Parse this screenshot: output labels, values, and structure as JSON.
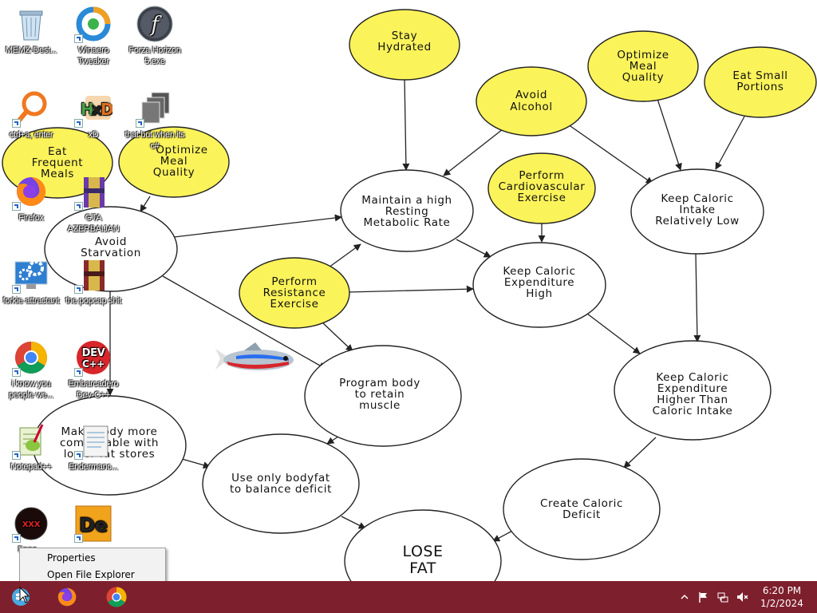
{
  "desktop_icons": [
    {
      "label": "MEMZ-Dest...",
      "icon": "recycle-bin-icon"
    },
    {
      "label": "Winaero Tweaker",
      "icon": "winaero-tweaker-icon"
    },
    {
      "label": "Forza Horizon 5.exe",
      "icon": "flash-exe-icon"
    },
    {
      "label": "ctrl+a, enter",
      "icon": "magnifier-app-icon"
    },
    {
      "label": "xD",
      "icon": "hxd-hex-editor-icon"
    },
    {
      "label": "that but when its c#",
      "icon": "stacked-windows-icon"
    },
    {
      "label": "Firefox",
      "icon": "firefox-icon"
    },
    {
      "label": "GTA AZERBAIJAN",
      "icon": "winrar-archive-icon"
    },
    {
      "label": "forkie attractant",
      "icon": "control-panel-gear-icon"
    },
    {
      "label": "the popcap shit",
      "icon": "winrar-archive-icon"
    },
    {
      "label": "i know you people we...",
      "icon": "chrome-icon"
    },
    {
      "label": "Embarcadero Dev-C++",
      "icon": "dev-cpp-icon"
    },
    {
      "label": "Notepad++",
      "icon": "notepad-plus-plus-icon"
    },
    {
      "label": "Endermanc...",
      "icon": "text-document-icon"
    },
    {
      "label": "Pepo...",
      "icon": "dark-circle-app-icon"
    },
    {
      "label": "...",
      "icon": "de-app-icon"
    }
  ],
  "diagram": {
    "nodes": {
      "stay_hydrated": "Stay Hydrated",
      "avoid_alcohol": "Avoid Alcohol",
      "optimize_meal_quality_right": "Optimize Meal Quality",
      "eat_small_portions": "Eat Small Portions",
      "eat_frequent_meals": "Eat Frequent Meals",
      "optimize_meal_quality_left": "Optimize Meal Quality",
      "perform_cardio": "Perform Cardiovascular Exercise",
      "perform_resistance": "Perform Resistance Exercise",
      "maintain_rmr": "Maintain a high Resting Metabolic Rate",
      "keep_intake_low": "Keep Caloric Intake Relatively Low",
      "avoid_starvation": "Avoid Starvation",
      "keep_expenditure_high": "Keep Caloric Expenditure High",
      "program_body": "Program body to retain muscle",
      "expenditure_higher": "Keep Caloric Expenditure Higher Than Caloric Intake",
      "make_body_comfortable": "Make body more comfortable with lower fat stores",
      "use_bodyfat": "Use only bodyfat to balance deficit",
      "create_deficit": "Create Caloric Deficit",
      "lose_fat": "LOSE FAT"
    },
    "colors": {
      "goal_fill": "#fbf35a",
      "step_fill": "#ffffff",
      "stroke": "#222222"
    }
  },
  "context_menu": {
    "items": [
      "Properties",
      "Open File Explorer"
    ]
  },
  "taskbar": {
    "pinned": [
      {
        "icon": "start-button-icon"
      },
      {
        "icon": "firefox-icon"
      },
      {
        "icon": "chrome-icon"
      }
    ],
    "tray_icons": [
      "show-hidden-icons-chevron-icon",
      "action-center-flag-icon",
      "network-icon",
      "volume-muted-icon"
    ],
    "time": "6:20 PM",
    "date": "1/2/2024",
    "color": "#7d1f2c"
  }
}
